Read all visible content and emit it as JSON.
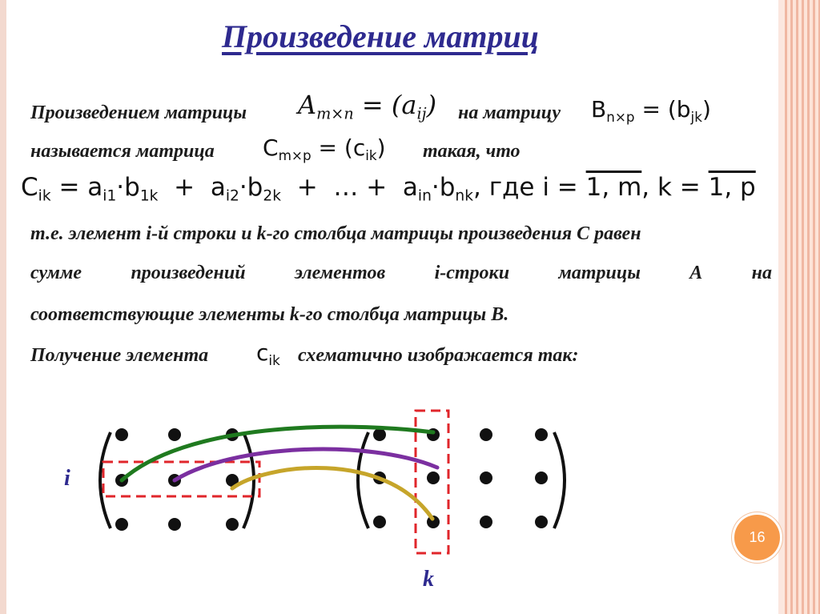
{
  "slide": {
    "title": "Произведение матриц",
    "line1": {
      "text_a": "Произведением матрицы",
      "text_b": "на матрицу"
    },
    "line2": {
      "text_a": "называется матрица",
      "text_b": "такая, что"
    },
    "formula_a": {
      "letter": "A",
      "sub": "m×n",
      "rhs": "= (a",
      "rhs_sub": "ij",
      "close": ")"
    },
    "formula_b": {
      "letter": "B",
      "sub": "n×p",
      "rhs": "= (b",
      "rhs_sub": "jk",
      "close": ")"
    },
    "formula_c": {
      "letter": "C",
      "sub": "m×p",
      "rhs": "= (c",
      "rhs_sub": "ik",
      "close": ")"
    },
    "main_formula": {
      "c": "C",
      "c_sub": "ik",
      "eq": " = ",
      "t1a": "a",
      "t1a_sub": "i1",
      "t1b": "·b",
      "t1b_sub": "1k",
      "plus1": "  +  ",
      "t2a": "a",
      "t2a_sub": "i2",
      "t2b": "·b",
      "t2b_sub": "2k",
      "plus2": "  +  … +  ",
      "t3a": "a",
      "t3a_sub": "in",
      "t3b": "·b",
      "t3b_sub": "nk",
      "where": ", где ",
      "i_eq": "i = ",
      "i_range": "1, m",
      "k_eq": ", k = ",
      "k_range": "1, p"
    },
    "para1": "т.е. элемент i-й строки и k-го столбца матрицы произведения C равен",
    "para2_words": [
      "сумме",
      "произведений",
      "элементов",
      "i-строки",
      "матрицы",
      "A",
      "на"
    ],
    "para3": "соответствующие элементы k-го столбца матрицы B.",
    "para4": {
      "text_a": "Получение элемента",
      "elem": "c",
      "elem_sub": "ik",
      "text_b": "схематично изображается так:"
    },
    "scheme": {
      "label_i": "i",
      "label_k": "k",
      "colors": {
        "green": "#1f7a1f",
        "purple": "#7b2fa0",
        "olive": "#c6a52a",
        "highlight": "#e0262b",
        "dots": "#111111"
      }
    },
    "page_number": "16",
    "colors": {
      "title": "#2e2a8f",
      "text": "#1c1c1c",
      "page_badge": "#f79a4a"
    }
  }
}
